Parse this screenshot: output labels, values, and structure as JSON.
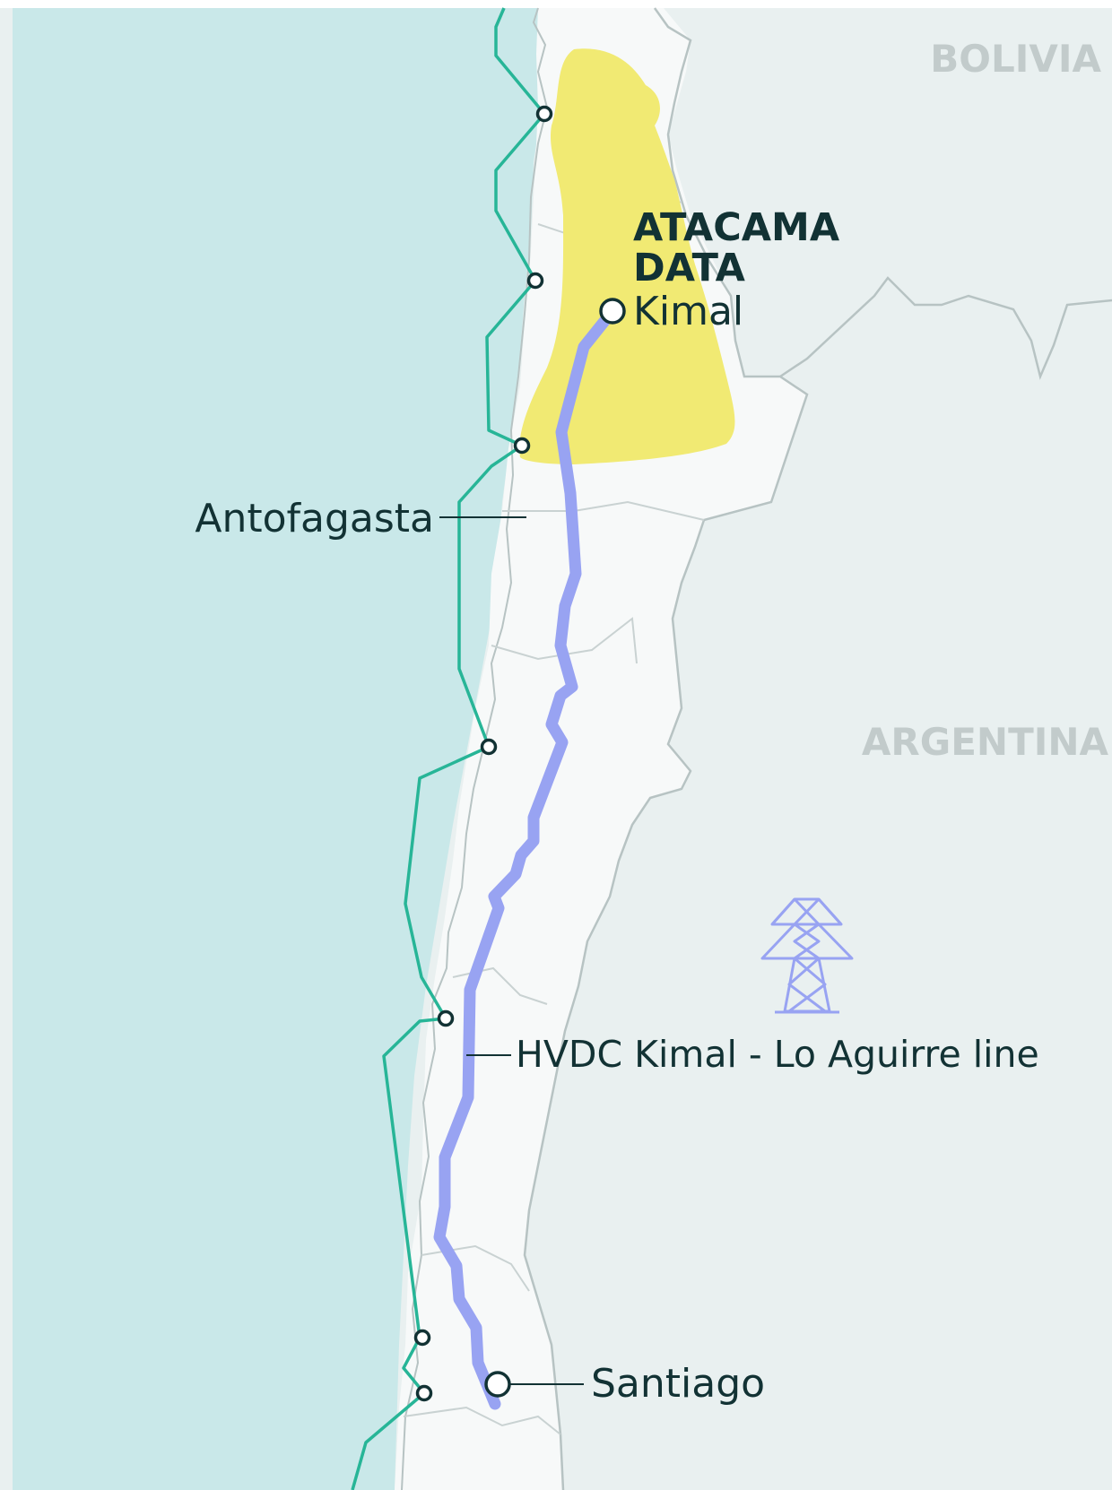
{
  "countries": {
    "bolivia": "BOLIVIA",
    "argentina": "ARGENTINA"
  },
  "datacenter": {
    "line1": "ATACAMA",
    "line2": "DATA",
    "site": "Kimal"
  },
  "labels": {
    "antofagasta": "Antofagasta",
    "hvdc": "HVDC Kimal - Lo Aguirre line",
    "santiago": "Santiago"
  },
  "icons": {
    "tower": "transmission-tower-icon"
  },
  "colors": {
    "ocean": "#c9e8e9",
    "land_foreign": "#e9f0f0",
    "land_chile": "#f7f9f9",
    "border": "#b7c3c3",
    "desert": "#f1ea73",
    "hvdc": "#98a3f2",
    "cable": "#27b597",
    "text": "#123234"
  }
}
